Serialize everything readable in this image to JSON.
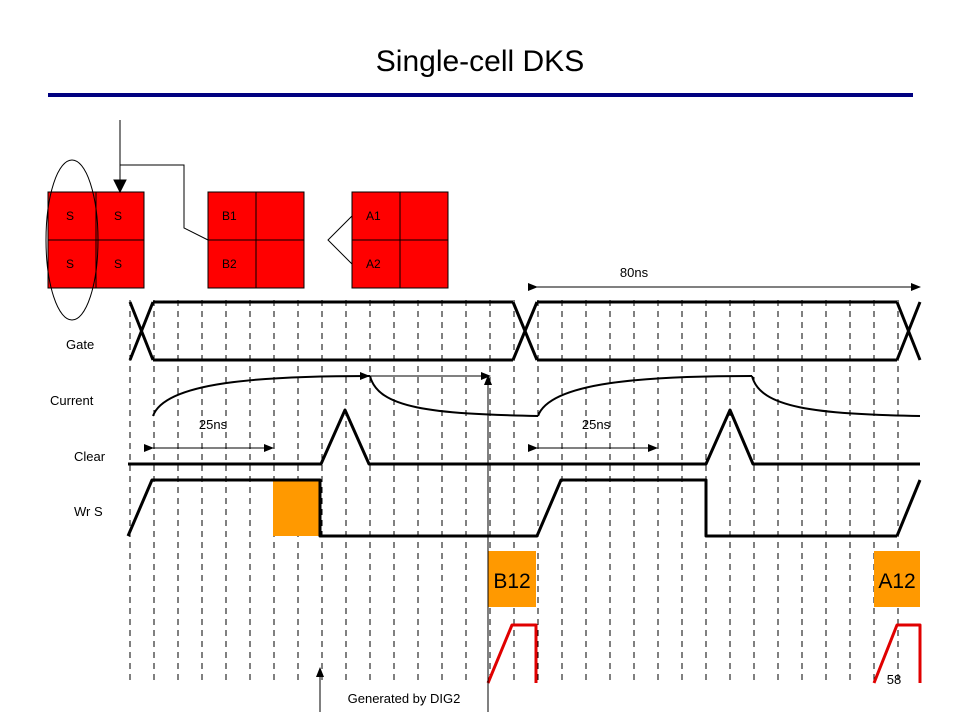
{
  "title": "Single-cell DKS",
  "colors": {
    "title_rule": "#000080",
    "cell_fill": "#ff0000",
    "highlight": "#ff9900",
    "signal": "#000000",
    "red_wave": "#e00000"
  },
  "cells": {
    "s_group": [
      "S",
      "S",
      "S",
      "S"
    ],
    "b_group": [
      "B1",
      "",
      "B2",
      ""
    ],
    "a_group": [
      "A1",
      "",
      "A2",
      ""
    ]
  },
  "signals": {
    "gate": "Gate",
    "current": "Current",
    "clear": "Clear",
    "wr_s": "Wr S"
  },
  "annotations": {
    "period": "80ns",
    "delay_1": "25ns",
    "delay_2": "25ns",
    "block_b12": "B12",
    "block_a12": "A12",
    "generated_by": "Generated by DIG2"
  },
  "page_number": "58"
}
